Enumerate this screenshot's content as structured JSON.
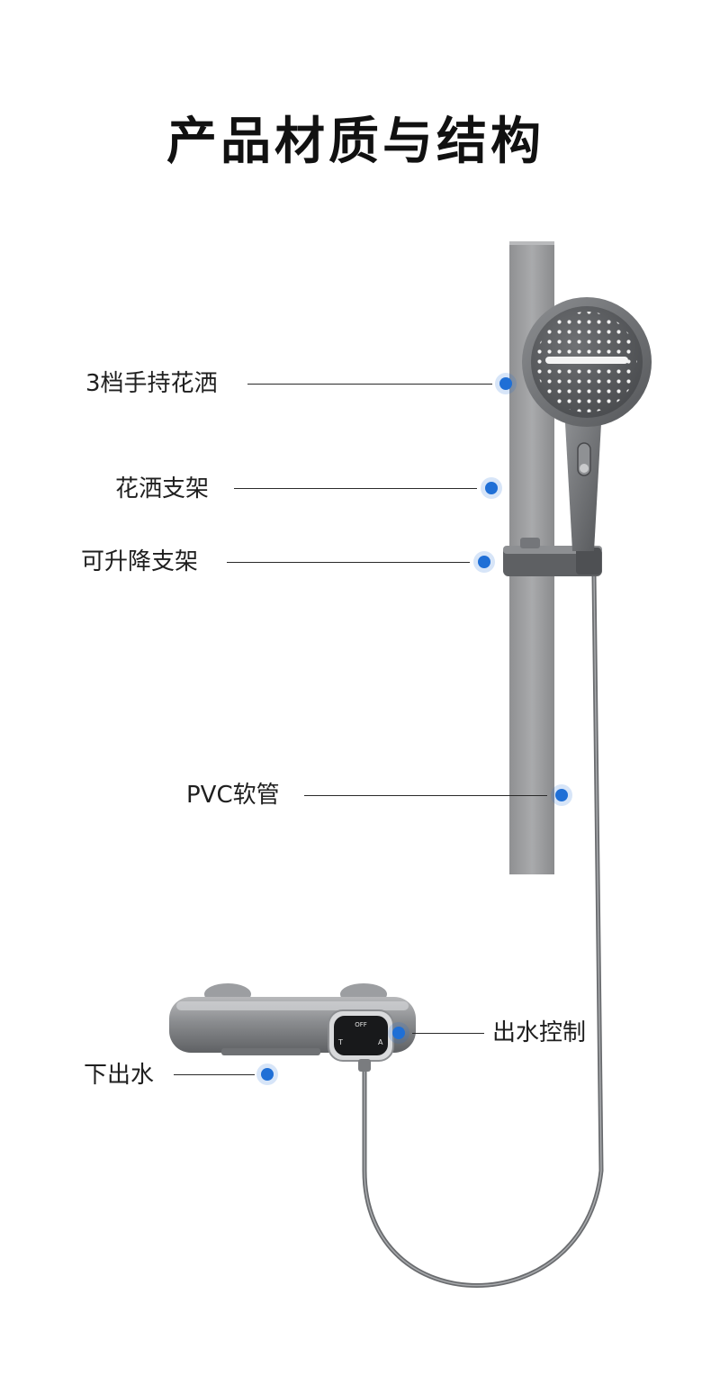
{
  "title": "产品材质与结构",
  "callouts": [
    {
      "id": "handheld-shower",
      "label": "3档手持花洒"
    },
    {
      "id": "shower-holder",
      "label": "花洒支架"
    },
    {
      "id": "adjustable-bracket",
      "label": "可升降支架"
    },
    {
      "id": "pvc-hose",
      "label": "PVC软管"
    },
    {
      "id": "outlet-control",
      "label": "出水控制"
    },
    {
      "id": "bottom-outlet",
      "label": "下出水"
    }
  ],
  "valve_display": {
    "text": "OFF",
    "left_mark": "T",
    "right_mark": "A"
  },
  "colors": {
    "accent_dot": "#1f6fd6",
    "metal": "#6e7073",
    "rail": "#9a9b9d"
  }
}
